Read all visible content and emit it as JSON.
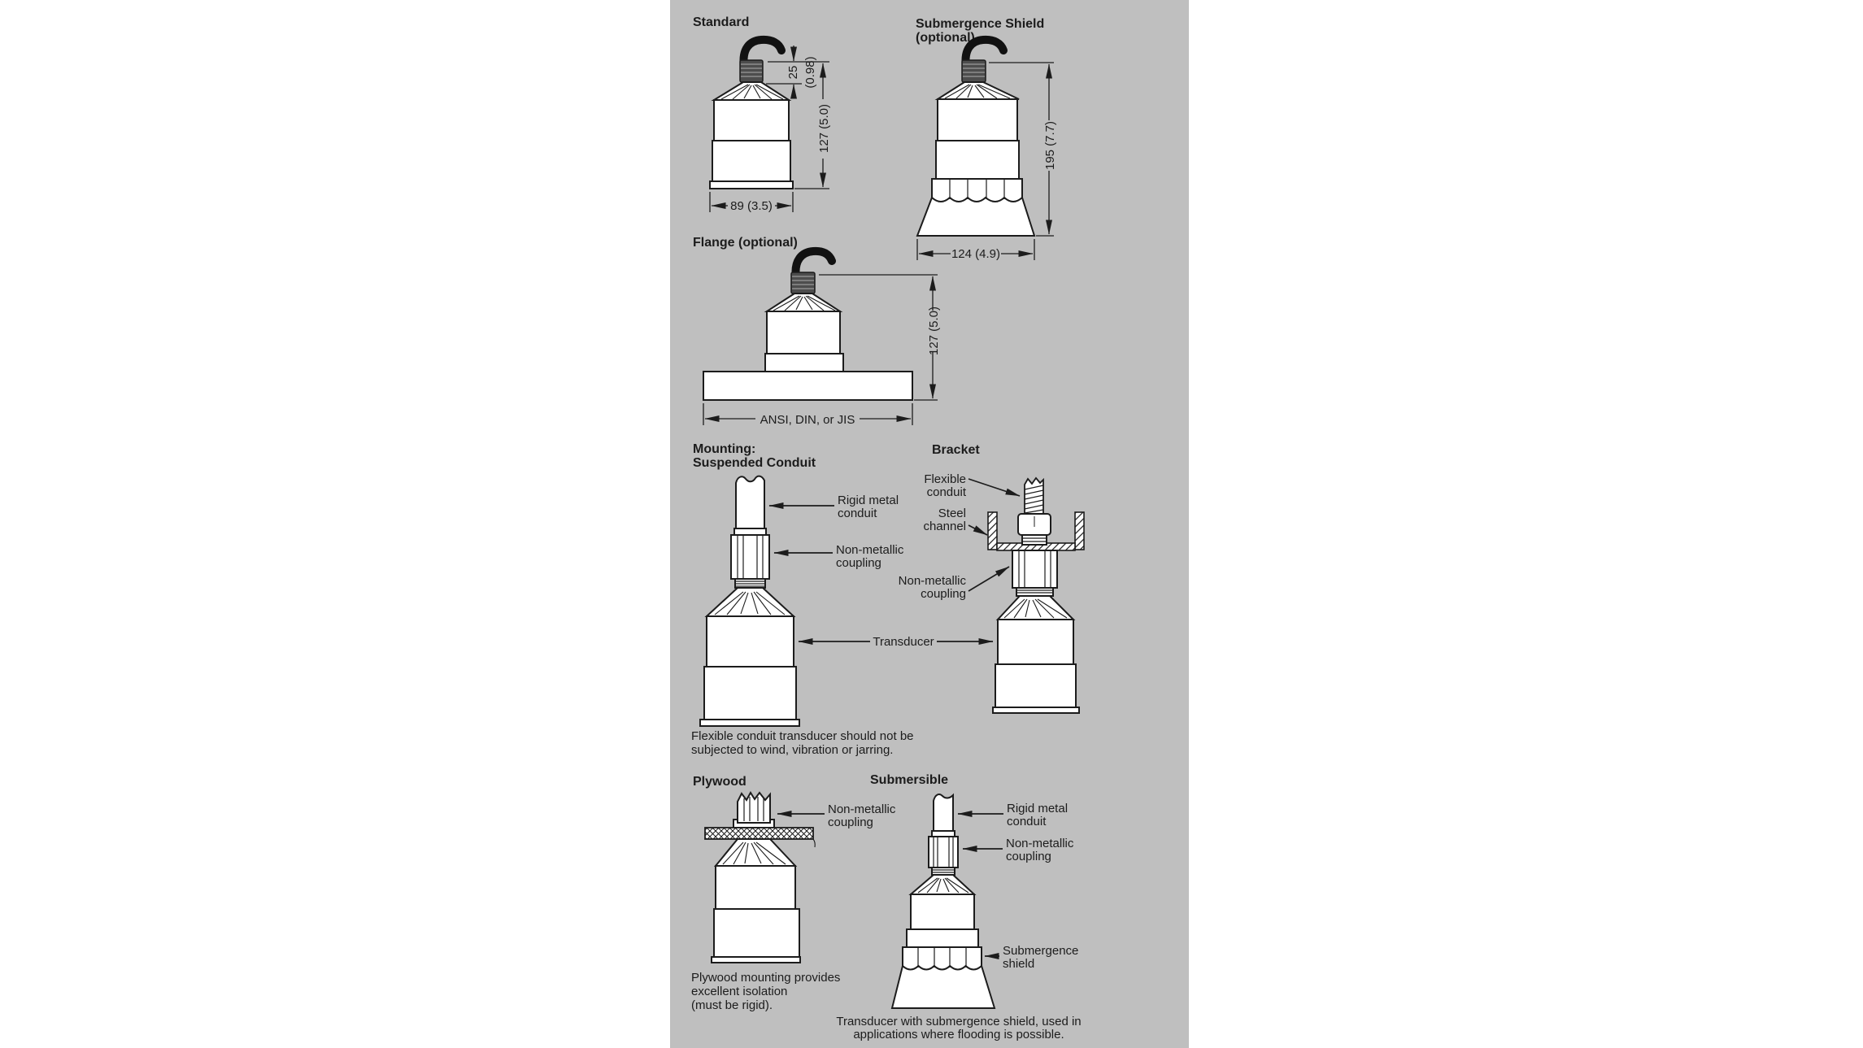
{
  "page": {
    "background": "#ffffff",
    "panel_background": "#bfbfbf",
    "line_color": "#1c1c1c"
  },
  "standard": {
    "title": "Standard",
    "dim_neck_mm": "25",
    "dim_neck_in": "(0.98)",
    "dim_height": "127 (5.0)",
    "dim_width": "89 (3.5)"
  },
  "submergence_shield": {
    "title_line1": "Submergence Shield",
    "title_line2": "(optional)",
    "dim_height": "195 (7.7)",
    "dim_width": "124 (4.9)"
  },
  "flange": {
    "title": "Flange (optional)",
    "dim_height": "127 (5.0)",
    "flange_standards": "ANSI, DIN, or JIS"
  },
  "suspended_conduit": {
    "title_line1": "Mounting:",
    "title_line2": "Suspended Conduit",
    "label_rigid_metal_line1": "Rigid metal",
    "label_rigid_metal_line2": "conduit",
    "label_coupling_line1": "Non-metallic",
    "label_coupling_line2": "coupling",
    "label_transducer": "Transducer",
    "note_line1": "Flexible conduit transducer should not be",
    "note_line2": "subjected to wind, vibration or jarring."
  },
  "bracket": {
    "title": "Bracket",
    "label_flexible_line1": "Flexible",
    "label_flexible_line2": "conduit",
    "label_steel_line1": "Steel",
    "label_steel_line2": "channel",
    "label_coupling_line1": "Non-metallic",
    "label_coupling_line2": "coupling"
  },
  "plywood": {
    "title": "Plywood",
    "label_coupling_line1": "Non-metallic",
    "label_coupling_line2": "coupling",
    "note_line1": "Plywood mounting provides",
    "note_line2": "excellent isolation",
    "note_line3": "(must be rigid)."
  },
  "submersible": {
    "title": "Submersible",
    "label_rigid_metal_line1": "Rigid metal",
    "label_rigid_metal_line2": "conduit",
    "label_coupling_line1": "Non-metallic",
    "label_coupling_line2": "coupling",
    "label_shield_line1": "Submergence",
    "label_shield_line2": "shield",
    "note_line1": "Transducer with submergence shield, used in",
    "note_line2": "applications where flooding is possible."
  }
}
